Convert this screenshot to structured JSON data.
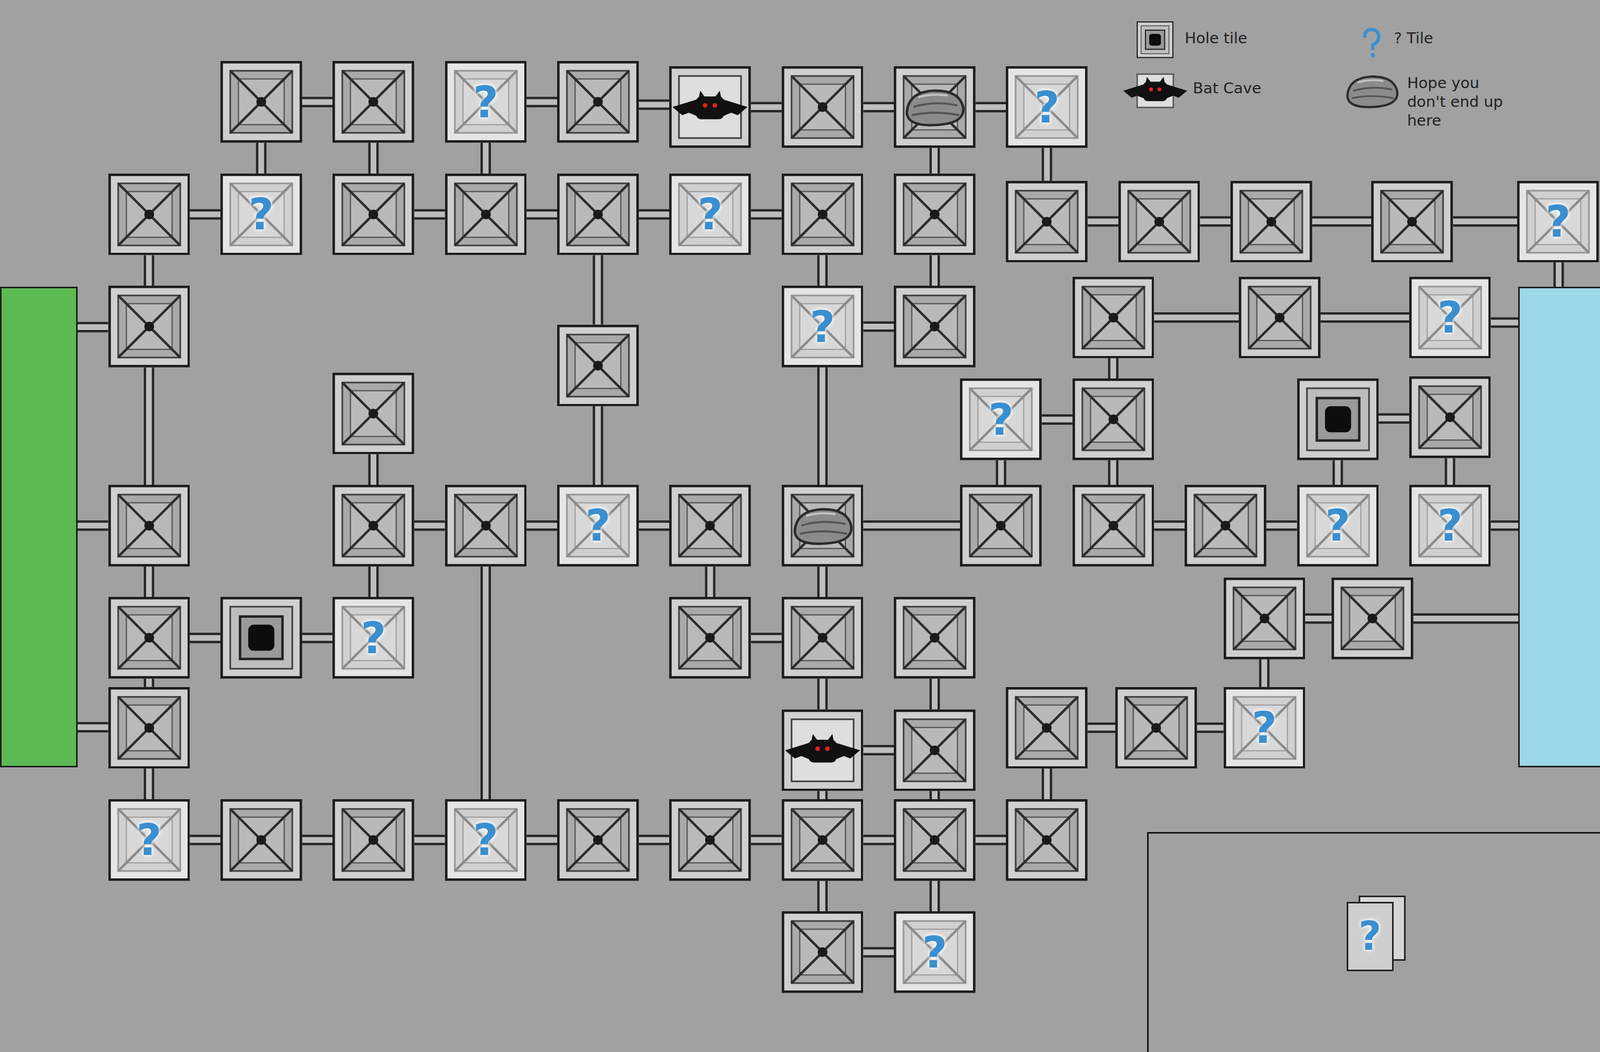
{
  "diagram": {
    "nodes": [
      {
        "text": []
      },
      {
        "text": []
      },
      {
        "text": []
      },
      {
        "text": []
      },
      {
        "text": [
          "?"
        ]
      },
      {
        "text": []
      },
      {
        "text": []
      },
      {
        "text": []
      },
      {
        "text": []
      },
      {
        "text": [
          "?"
        ]
      },
      {
        "text": []
      },
      {
        "text": [
          "?"
        ]
      },
      {
        "text": []
      },
      {
        "text": []
      },
      {
        "text": []
      },
      {
        "text": [
          "?"
        ]
      },
      {
        "text": []
      },
      {
        "text": []
      },
      {
        "text": []
      },
      {
        "text": []
      },
      {
        "text": []
      },
      {
        "text": []
      },
      {
        "text": [
          "?"
        ]
      },
      {
        "text": []
      },
      {
        "text": []
      },
      {
        "text": [
          "?"
        ]
      },
      {
        "text": []
      },
      {
        "text": [
          "?"
        ]
      },
      {
        "text": []
      },
      {
        "text": []
      },
      {
        "text": []
      },
      {
        "text": [
          "?"
        ]
      },
      {
        "text": []
      },
      {
        "text": []
      },
      {
        "text": []
      },
      {
        "text": []
      },
      {
        "text": []
      },
      {
        "text": []
      },
      {
        "text": [
          "?"
        ]
      },
      {
        "text": []
      },
      {
        "text": []
      },
      {
        "text": []
      },
      {
        "text": []
      },
      {
        "text": []
      },
      {
        "text": [
          "?"
        ]
      },
      {
        "text": [
          "?"
        ]
      },
      {
        "text": []
      },
      {
        "text": []
      },
      {
        "text": []
      },
      {
        "text": []
      },
      {
        "text": [
          "?"
        ]
      },
      {
        "text": []
      },
      {
        "text": []
      },
      {
        "text": []
      },
      {
        "text": []
      },
      {
        "text": []
      },
      {
        "text": []
      },
      {
        "text": [
          "?"
        ]
      },
      {
        "text": []
      },
      {
        "text": []
      },
      {
        "text": [
          "?"
        ]
      },
      {
        "text": []
      },
      {
        "text": []
      },
      {
        "text": [
          "?"
        ]
      },
      {
        "text": []
      },
      {
        "text": []
      },
      {
        "text": []
      },
      {
        "text": []
      },
      {
        "text": []
      },
      {
        "text": []
      },
      {
        "text": [
          "?"
        ]
      },
      {
        "text": [
          "?"
        ]
      }
    ],
    "edges": [
      {
        "from": 2,
        "to": 3,
        "arrow": "none"
      },
      {
        "from": 4,
        "to": 5,
        "arrow": "none"
      },
      {
        "from": 5,
        "to": 6,
        "arrow": "none"
      },
      {
        "from": 6,
        "to": 7,
        "arrow": "none"
      },
      {
        "from": 7,
        "to": 8,
        "arrow": "none"
      },
      {
        "from": 8,
        "to": 9,
        "arrow": "none"
      },
      {
        "from": 2,
        "to": 11,
        "arrow": "none"
      },
      {
        "from": 3,
        "to": 12,
        "arrow": "none"
      },
      {
        "from": 4,
        "to": 13,
        "arrow": "none"
      },
      {
        "from": 8,
        "to": 17,
        "arrow": "none"
      },
      {
        "from": 9,
        "to": 18,
        "arrow": "none"
      },
      {
        "from": 10,
        "to": 11,
        "arrow": "none"
      },
      {
        "from": 12,
        "to": 13,
        "arrow": "none"
      },
      {
        "from": 13,
        "to": 14,
        "arrow": "none"
      },
      {
        "from": 14,
        "to": 15,
        "arrow": "none"
      },
      {
        "from": 15,
        "to": 16,
        "arrow": "none"
      },
      {
        "from": 18,
        "to": 19,
        "arrow": "none"
      },
      {
        "from": 19,
        "to": 20,
        "arrow": "none"
      },
      {
        "from": 20,
        "to": 21,
        "arrow": "none"
      },
      {
        "from": 21,
        "to": 22,
        "arrow": "none"
      },
      {
        "from": 22,
        "to": 1,
        "arrow": "none"
      },
      {
        "from": 10,
        "to": 26,
        "arrow": "none"
      },
      {
        "from": 14,
        "to": 29,
        "arrow": "none"
      },
      {
        "from": 16,
        "to": 27,
        "arrow": "none"
      },
      {
        "from": 17,
        "to": 28,
        "arrow": "none"
      },
      {
        "from": 0,
        "to": 26,
        "arrow": "none"
      },
      {
        "from": 26,
        "to": 35,
        "arrow": "none"
      },
      {
        "from": 27,
        "to": 28,
        "arrow": "none"
      },
      {
        "from": 27,
        "to": 40,
        "arrow": "none"
      },
      {
        "from": 23,
        "to": 24,
        "arrow": "none"
      },
      {
        "from": 24,
        "to": 25,
        "arrow": "none"
      },
      {
        "from": 25,
        "to": 1,
        "arrow": "none"
      },
      {
        "from": 23,
        "to": 32,
        "arrow": "none"
      },
      {
        "from": 31,
        "to": 32,
        "arrow": "none"
      },
      {
        "from": 31,
        "to": 41,
        "arrow": "none"
      },
      {
        "from": 32,
        "to": 42,
        "arrow": "none"
      },
      {
        "from": 33,
        "to": 34,
        "arrow": "none"
      },
      {
        "from": 33,
        "to": 44,
        "arrow": "none"
      },
      {
        "from": 34,
        "to": 45,
        "arrow": "none"
      },
      {
        "from": 29,
        "to": 38,
        "arrow": "none"
      },
      {
        "from": 30,
        "to": 36,
        "arrow": "none"
      },
      {
        "from": 0,
        "to": 35,
        "arrow": "none"
      },
      {
        "from": 35,
        "to": 48,
        "arrow": "none"
      },
      {
        "from": 36,
        "to": 37,
        "arrow": "none"
      },
      {
        "from": 37,
        "to": 38,
        "arrow": "none"
      },
      {
        "from": 38,
        "to": 39,
        "arrow": "none"
      },
      {
        "from": 40,
        "to": 41,
        "arrow": "none"
      },
      {
        "from": 42,
        "to": 43,
        "arrow": "none"
      },
      {
        "from": 43,
        "to": 44,
        "arrow": "none"
      },
      {
        "from": 45,
        "to": 1,
        "arrow": "none"
      },
      {
        "from": 39,
        "to": 51,
        "arrow": "none"
      },
      {
        "from": 37,
        "to": 63,
        "arrow": "none"
      },
      {
        "from": 36,
        "to": 50,
        "arrow": "none"
      },
      {
        "from": 40,
        "to": 52,
        "arrow": "none"
      },
      {
        "from": 48,
        "to": 49,
        "arrow": "none"
      },
      {
        "from": 49,
        "to": 50,
        "arrow": "none"
      },
      {
        "from": 48,
        "to": 54,
        "arrow": "none"
      },
      {
        "from": 54,
        "to": 0,
        "arrow": "none"
      },
      {
        "from": 51,
        "to": 52,
        "arrow": "none"
      },
      {
        "from": 52,
        "to": 58,
        "arrow": "none"
      },
      {
        "from": 53,
        "to": 59,
        "arrow": "none"
      },
      {
        "from": 58,
        "to": 59,
        "arrow": "none"
      },
      {
        "from": 46,
        "to": 47,
        "arrow": "none"
      },
      {
        "from": 47,
        "to": 1,
        "arrow": "none"
      },
      {
        "from": 46,
        "to": 57,
        "arrow": "none"
      },
      {
        "from": 55,
        "to": 56,
        "arrow": "none"
      },
      {
        "from": 56,
        "to": 57,
        "arrow": "none"
      },
      {
        "from": 55,
        "to": 68,
        "arrow": "none"
      },
      {
        "from": 54,
        "to": 60,
        "arrow": "none"
      },
      {
        "from": 60,
        "to": 61,
        "arrow": "none"
      },
      {
        "from": 61,
        "to": 62,
        "arrow": "none"
      },
      {
        "from": 62,
        "to": 63,
        "arrow": "none"
      },
      {
        "from": 63,
        "to": 64,
        "arrow": "none"
      },
      {
        "from": 64,
        "to": 65,
        "arrow": "none"
      },
      {
        "from": 65,
        "to": 66,
        "arrow": "none"
      },
      {
        "from": 66,
        "to": 67,
        "arrow": "none"
      },
      {
        "from": 67,
        "to": 68,
        "arrow": "none"
      },
      {
        "from": 58,
        "to": 66,
        "arrow": "none"
      },
      {
        "from": 59,
        "to": 67,
        "arrow": "none"
      },
      {
        "from": 66,
        "to": 69,
        "arrow": "none"
      },
      {
        "from": 67,
        "to": 70,
        "arrow": "none"
      },
      {
        "from": 69,
        "to": 70,
        "arrow": "none"
      }
    ],
    "legend": [
      {
        "text": "Hole tile"
      },
      {
        "text": "Bat Cave"
      },
      {
        "text": "? Tile"
      },
      {
        "text": "Hope you don't end up here"
      }
    ]
  }
}
